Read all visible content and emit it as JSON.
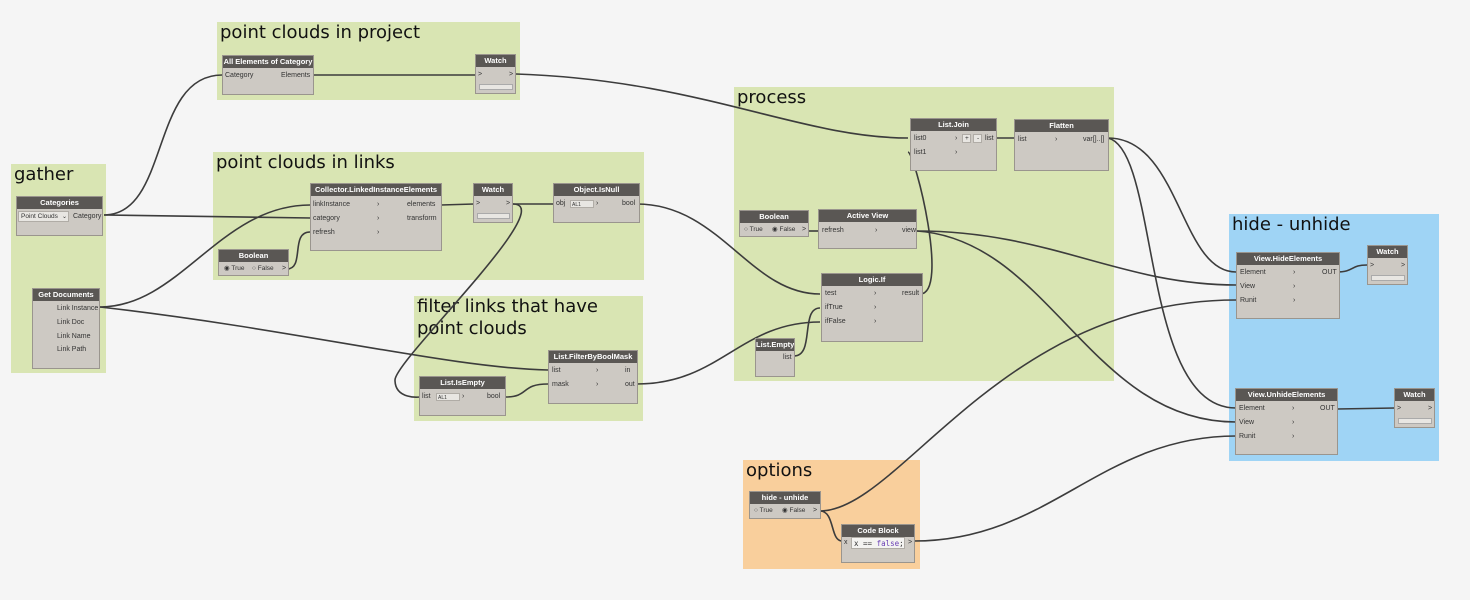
{
  "groups": {
    "project": "point clouds in project",
    "gather": "gather",
    "links": "point clouds in links",
    "filter": "filter links that have point clouds",
    "process": "process",
    "hide": "hide - unhide",
    "options": "options"
  },
  "nodes": {
    "categories": {
      "title": "Categories",
      "dropdown": "Point Clouds",
      "out": "Category"
    },
    "getdocs": {
      "title": "Get Documents",
      "outs": [
        "Link Instance",
        "Link Doc",
        "Link Name",
        "Link Path"
      ]
    },
    "allelems": {
      "title": "All Elements of Category",
      "in": "Category",
      "out": "Elements"
    },
    "watch1": {
      "title": "Watch",
      "in": ">",
      "out": ">"
    },
    "collector": {
      "title": "Collector.LinkedInstanceElements",
      "ins": [
        "linkInstance",
        "category",
        "refresh"
      ],
      "outs": [
        "elements",
        "transform"
      ]
    },
    "boolean1": {
      "title": "Boolean",
      "opt_true": "True",
      "opt_false": "False"
    },
    "watch2": {
      "title": "Watch",
      "in": ">",
      "out": ">"
    },
    "isnull": {
      "title": "Object.IsNull",
      "in": "obj",
      "lacing": "AL1",
      "out": "bool"
    },
    "isempty": {
      "title": "List.IsEmpty",
      "in": "list",
      "lacing": "AL1",
      "out": "bool"
    },
    "filtermask": {
      "title": "List.FilterByBoolMask",
      "ins": [
        "list",
        "mask"
      ],
      "outs": [
        "in",
        "out"
      ]
    },
    "boolean2": {
      "title": "Boolean",
      "opt_true": "True",
      "opt_false": "False"
    },
    "activeview": {
      "title": "Active View",
      "in": "refresh",
      "out": "view"
    },
    "listjoin": {
      "title": "List.Join",
      "ins": [
        "list0",
        "list1"
      ],
      "plus": "+",
      "minus": "-",
      "out": "list"
    },
    "flatten": {
      "title": "Flatten",
      "in": "list",
      "out": "var[]..[]"
    },
    "logicif": {
      "title": "Logic.If",
      "ins": [
        "test",
        "ifTrue",
        "ifFalse"
      ],
      "out": "result"
    },
    "listempty": {
      "title": "List.Empty",
      "out": "list"
    },
    "hideelems": {
      "title": "View.HideElements",
      "ins": [
        "Element",
        "View",
        "Runit"
      ],
      "out": "OUT"
    },
    "unhideelems": {
      "title": "View.UnhideElements",
      "ins": [
        "Element",
        "View",
        "Runit"
      ],
      "out": "OUT"
    },
    "watch3": {
      "title": "Watch",
      "in": ">",
      "out": ">"
    },
    "watch4": {
      "title": "Watch",
      "in": ">",
      "out": ">"
    },
    "hideunhide": {
      "title": "hide - unhide",
      "opt_true": "True",
      "opt_false": "False"
    },
    "codeblock": {
      "title": "Code Block",
      "in": "x",
      "code_var": "x ==",
      "code_kw": "false",
      "code_end": ";",
      "out": ">"
    }
  },
  "colors": {
    "group_green": "#d9e5b3",
    "group_blue": "#9fd4f5",
    "group_orange": "#f9cf9c",
    "node_header": "#5a5754",
    "node_body": "#cdc9c3",
    "wire": "#3c3c3c"
  }
}
